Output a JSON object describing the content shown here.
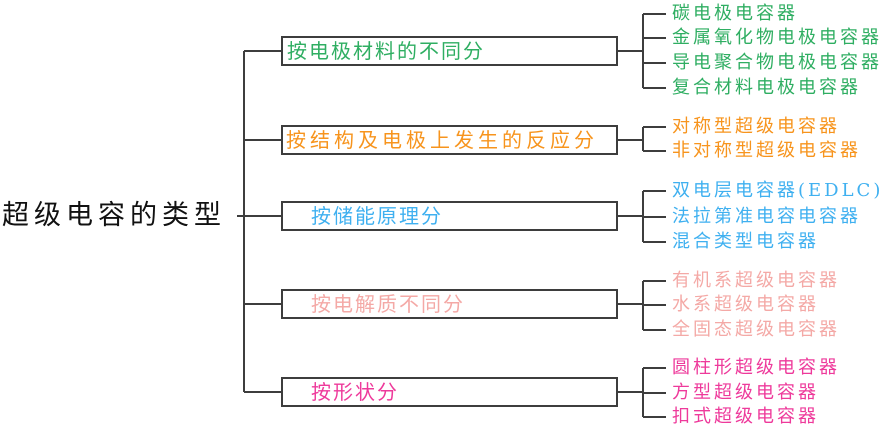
{
  "title": "超级电容的类型",
  "line_color": "#3d3d3d",
  "branches": [
    {
      "label": "按电极材料的不同分",
      "color": "#2fae62",
      "leaves": [
        "碳电极电容器",
        "金属氧化物电极电容器",
        "导电聚合物电极电容器",
        "复合材料电极电容器"
      ]
    },
    {
      "label": "按结构及电极上发生的反应分",
      "color": "#f7941d",
      "leaves": [
        "对称型超级电容器",
        "非对称型超级电容器"
      ]
    },
    {
      "label": "按储能原理分",
      "color": "#3fb0f0",
      "leaves": [
        "双电层电容器(EDLC)",
        "法拉第准电容电容器",
        "混合类型电容器"
      ]
    },
    {
      "label": "按电解质不同分",
      "color": "#f4a9a6",
      "leaves": [
        "有机系超级电容器",
        "水系超级电容器",
        "全固态超级电容器"
      ]
    },
    {
      "label": "按形状分",
      "color": "#ee3a9b",
      "leaves": [
        "圆柱形超级电容器",
        "方型超级电容器",
        "扣式超级电容器"
      ]
    }
  ]
}
